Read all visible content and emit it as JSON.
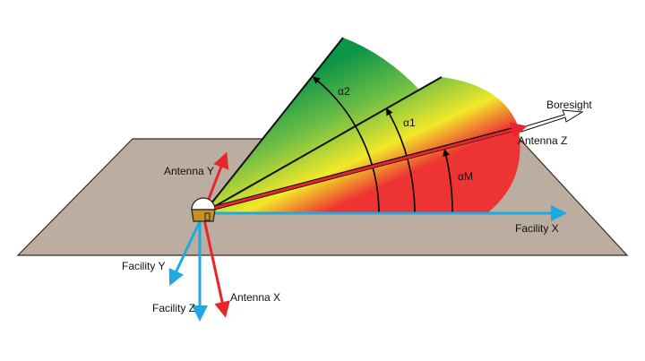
{
  "labels": {
    "boresight": "Boresight",
    "antenna_z": "Antenna Z",
    "antenna_y": "Antenna Y",
    "antenna_x": "Antenna X",
    "facility_x": "Facility X",
    "facility_y": "Facility Y",
    "facility_z": "Facility Z",
    "alpha2": "α2",
    "alpha1": "α1",
    "alpha_m": "αM"
  },
  "colors": {
    "ground": "#bbaea0",
    "antenna_axis": "#e8252a",
    "facility_axis": "#1fa9e1",
    "fan_red": "#ee3333",
    "fan_yellow": "#f2e829",
    "fan_green": "#0c9447"
  }
}
